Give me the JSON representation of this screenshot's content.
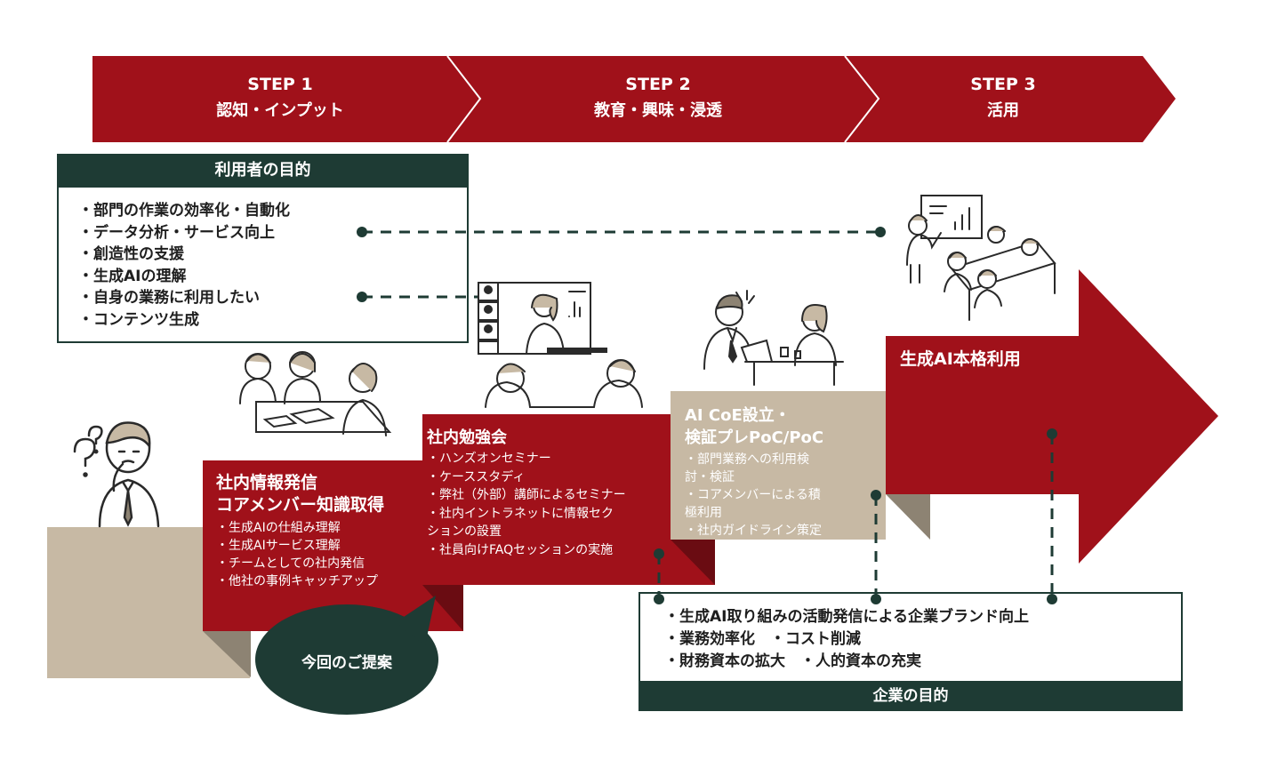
{
  "colors": {
    "crimson": "#a0111a",
    "dark_crimson": "#7e0d14",
    "dark_green": "#1e3b34",
    "tan": "#c7b9a4",
    "dark_tan": "#8d8373",
    "text": "#1e1e1e"
  },
  "steps": [
    {
      "title": "STEP 1",
      "subtitle": "認知・インプット"
    },
    {
      "title": "STEP 2",
      "subtitle": "教育・興味・浸透"
    },
    {
      "title": "STEP 3",
      "subtitle": "活用"
    }
  ],
  "user_purpose": {
    "header": "利用者の目的",
    "items": [
      "・部門の作業の効率化・自動化",
      "・データ分析・サービス向上",
      "・創造性の支援",
      "・生成AIの理解",
      "・自身の業務に利用したい",
      "・コンテンツ生成"
    ]
  },
  "stage1": {
    "title_line1": "社内情報発信",
    "title_line2": "コアメンバー知識取得",
    "items": [
      "・生成AIの仕組み理解",
      "・生成AIサービス理解",
      "・チームとしての社内発信",
      "・他社の事例キャッチアップ"
    ]
  },
  "stage2": {
    "title": "社内勉強会",
    "items": [
      "・ハンズオンセミナー",
      "・ケーススタディ",
      "・弊社（外部）講師によるセミナー",
      "・社内イントラネットに情報セク",
      "ションの設置",
      "・社員向けFAQセッションの実施"
    ]
  },
  "stage3": {
    "title_line1": "AI CoE設立・",
    "title_line2": "検証プレPoC/PoC",
    "items": [
      "・部門業務への利用検",
      "討・検証",
      "・コアメンバーによる積",
      "極利用",
      "・社内ガイドライン策定"
    ]
  },
  "stage4": {
    "title": "生成AI本格利用"
  },
  "proposal": {
    "label": "今回のご提案"
  },
  "company_purpose": {
    "header": "企業の目的",
    "items": [
      "・生成AI取り組みの活動発信による企業ブランド向上",
      "・業務効率化　・コスト削減",
      "・財務資本の拡大　・人的資本の充実"
    ]
  },
  "icons": [
    "confused-person-icon",
    "meeting-table-icon",
    "video-conference-icon",
    "consultation-icon",
    "presentation-icon"
  ]
}
